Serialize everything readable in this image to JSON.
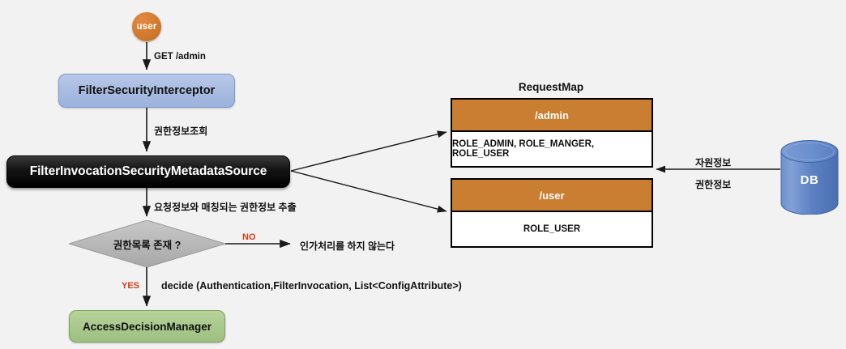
{
  "diagram": {
    "title": "Spring Security FilterSecurityInterceptor authorization flow",
    "background": "#f2f2f2",
    "colors": {
      "actor": "#d2792c",
      "interceptor": "#a9bce1",
      "metadata_source": "#111111",
      "decision_manager": "#a9c98d",
      "table_header": "#ca7e31",
      "database": "#5b82c4",
      "decision": "#b3b3b3",
      "accent_text": "#d63b17"
    }
  },
  "nodes": {
    "actor": {
      "label": "user",
      "shape": "circle"
    },
    "interceptor": {
      "label": "FilterSecurityInterceptor",
      "shape": "rounded-rect"
    },
    "metadata_source": {
      "label": "FilterInvocationSecurityMetadataSource",
      "shape": "rounded-rect"
    },
    "decision": {
      "label": "권한목록 존재 ?",
      "shape": "diamond"
    },
    "decision_manager": {
      "label": "AccessDecisionManager",
      "shape": "rounded-rect"
    },
    "database": {
      "label": "DB",
      "shape": "cylinder"
    },
    "skip_authorization": {
      "label": "인가처리를 하지 않는다",
      "shape": "text"
    }
  },
  "edges": [
    {
      "id": "get-admin",
      "label": "GET /admin",
      "from": "actor",
      "to": "interceptor"
    },
    {
      "id": "query-authority",
      "label": "권한정보조회",
      "from": "interceptor",
      "to": "metadata_source"
    },
    {
      "id": "extract-authority",
      "label": "요청정보와 매칭되는 권한정보 추출",
      "from": "metadata_source",
      "to": "decision"
    },
    {
      "id": "no-branch",
      "label": "NO",
      "from": "decision",
      "to": "skip_authorization"
    },
    {
      "id": "yes-branch",
      "label": "YES",
      "from": "decision",
      "to": "decision_manager"
    },
    {
      "id": "decide-call",
      "label": "decide (Authentication,FilterInvocation, List<ConfigAttribute>)",
      "from": "decision",
      "to": "decision_manager"
    },
    {
      "id": "db-resource",
      "label": "자원정보",
      "from": "database",
      "to": "request_map"
    },
    {
      "id": "db-authority",
      "label": "권한정보",
      "from": "database",
      "to": "request_map"
    },
    {
      "id": "lookup-admin",
      "label": "",
      "from": "metadata_source",
      "to": "table-admin"
    },
    {
      "id": "lookup-user",
      "label": "",
      "from": "metadata_source",
      "to": "table-user"
    }
  ],
  "request_map": {
    "title": "RequestMap",
    "tables": [
      {
        "id": "table-admin",
        "path": "/admin",
        "roles": "ROLE_ADMIN, ROLE_MANGER, ROLE_USER"
      },
      {
        "id": "table-user",
        "path": "/user",
        "roles": "ROLE_USER"
      }
    ]
  }
}
